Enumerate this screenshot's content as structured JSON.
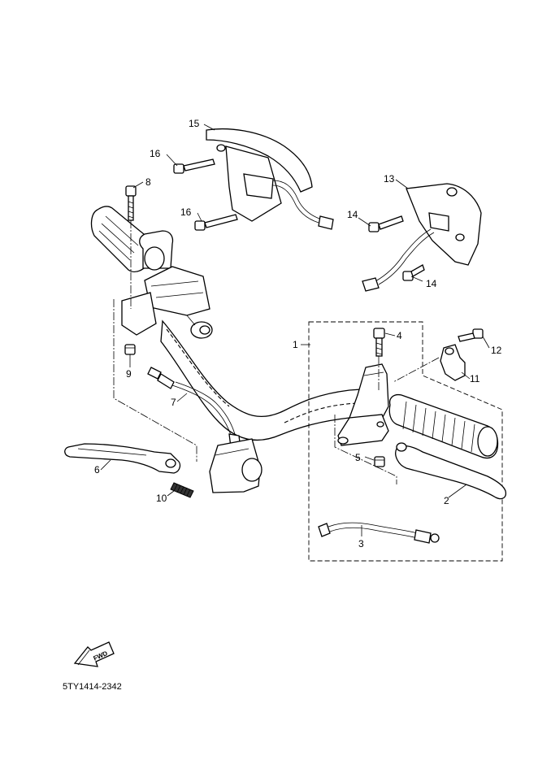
{
  "callouts": [
    {
      "id": "c1",
      "text": "1"
    },
    {
      "id": "c2",
      "text": "2"
    },
    {
      "id": "c3",
      "text": "3"
    },
    {
      "id": "c4",
      "text": "4"
    },
    {
      "id": "c5",
      "text": "5"
    },
    {
      "id": "c6",
      "text": "6"
    },
    {
      "id": "c7",
      "text": "7"
    },
    {
      "id": "c8",
      "text": "8"
    },
    {
      "id": "c9",
      "text": "9"
    },
    {
      "id": "c10",
      "text": "10"
    },
    {
      "id": "c11",
      "text": "11"
    },
    {
      "id": "c12",
      "text": "12"
    },
    {
      "id": "c13",
      "text": "13"
    },
    {
      "id": "c14a",
      "text": "14"
    },
    {
      "id": "c14b",
      "text": "14"
    },
    {
      "id": "c15",
      "text": "15"
    },
    {
      "id": "c16a",
      "text": "16"
    },
    {
      "id": "c16b",
      "text": "16"
    }
  ],
  "fwd_arrow": {
    "text": "FWD",
    "icon": "fwd-arrow-icon"
  },
  "diagram_code": "5TY1414-2342"
}
